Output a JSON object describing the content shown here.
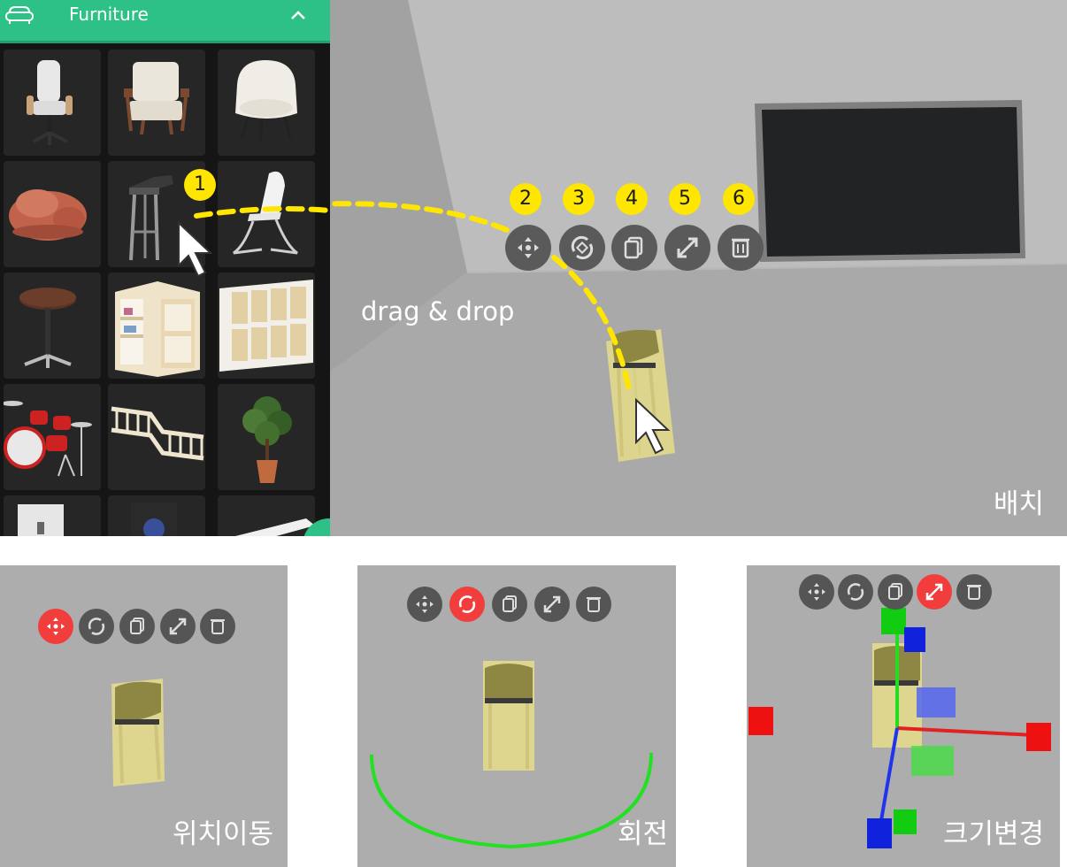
{
  "sidebar": {
    "title": "Furniture",
    "header_icon": "sofa-icon",
    "collapse_icon": "chevron-up-icon",
    "tiles": [
      {
        "name": "office-chair"
      },
      {
        "name": "wooden-armchair"
      },
      {
        "name": "white-lounge-chair"
      },
      {
        "name": "round-pouf"
      },
      {
        "name": "bar-stool"
      },
      {
        "name": "white-curved-chair"
      },
      {
        "name": "round-side-table"
      },
      {
        "name": "corner-shelf"
      },
      {
        "name": "wooden-cabinet"
      },
      {
        "name": "drum-set"
      },
      {
        "name": "folding-fence"
      },
      {
        "name": "potted-plant"
      }
    ]
  },
  "viewport": {
    "step_badges": [
      "1",
      "2",
      "3",
      "4",
      "5",
      "6"
    ],
    "toolbar": [
      "move-icon",
      "rotate-icon",
      "copy-icon",
      "resize-icon",
      "delete-icon"
    ],
    "drag_label": "drag & drop",
    "caption": "배치"
  },
  "panels": [
    {
      "caption": "위치이동",
      "active_tool": "move"
    },
    {
      "caption": "회전",
      "active_tool": "rotate"
    },
    {
      "caption": "크기변경",
      "active_tool": "resize"
    }
  ],
  "colors": {
    "accent_green": "#2ec187",
    "badge_yellow": "#ffe600",
    "active_red": "#f23d3d",
    "toolbar_gray": "#5a5a5a",
    "viewport_gray": "#adadad"
  }
}
